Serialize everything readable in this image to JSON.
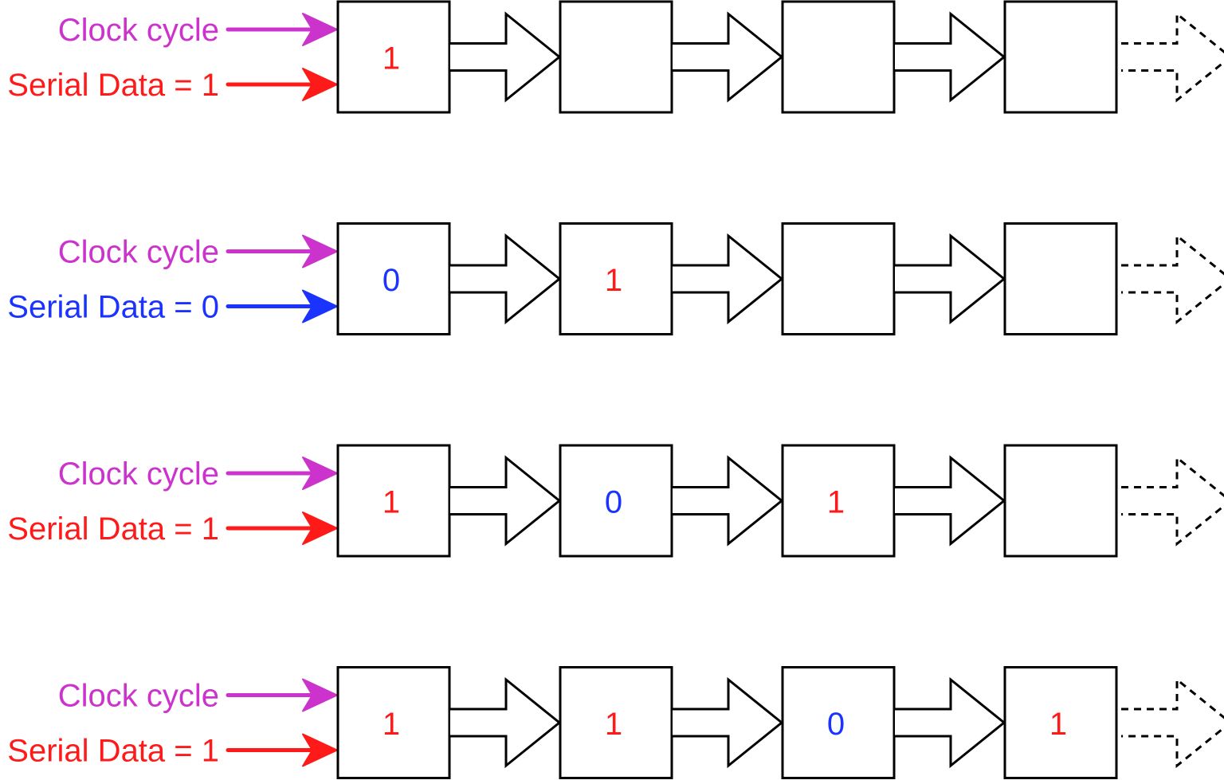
{
  "colors": {
    "clock": "#cc33cc",
    "one": "#ff1a1a",
    "zero": "#1a33ff",
    "outline": "#000000"
  },
  "rows": [
    {
      "clock_label": "Clock cycle",
      "data_label": "Serial Data = 1",
      "data_bit": "1",
      "cells": [
        "1",
        "",
        "",
        ""
      ]
    },
    {
      "clock_label": "Clock cycle",
      "data_label": "Serial Data = 0",
      "data_bit": "0",
      "cells": [
        "0",
        "1",
        "",
        ""
      ]
    },
    {
      "clock_label": "Clock cycle",
      "data_label": "Serial Data = 1",
      "data_bit": "1",
      "cells": [
        "1",
        "0",
        "1",
        ""
      ]
    },
    {
      "clock_label": "Clock cycle",
      "data_label": "Serial Data = 1",
      "data_bit": "1",
      "cells": [
        "1",
        "1",
        "0",
        "1"
      ]
    }
  ]
}
